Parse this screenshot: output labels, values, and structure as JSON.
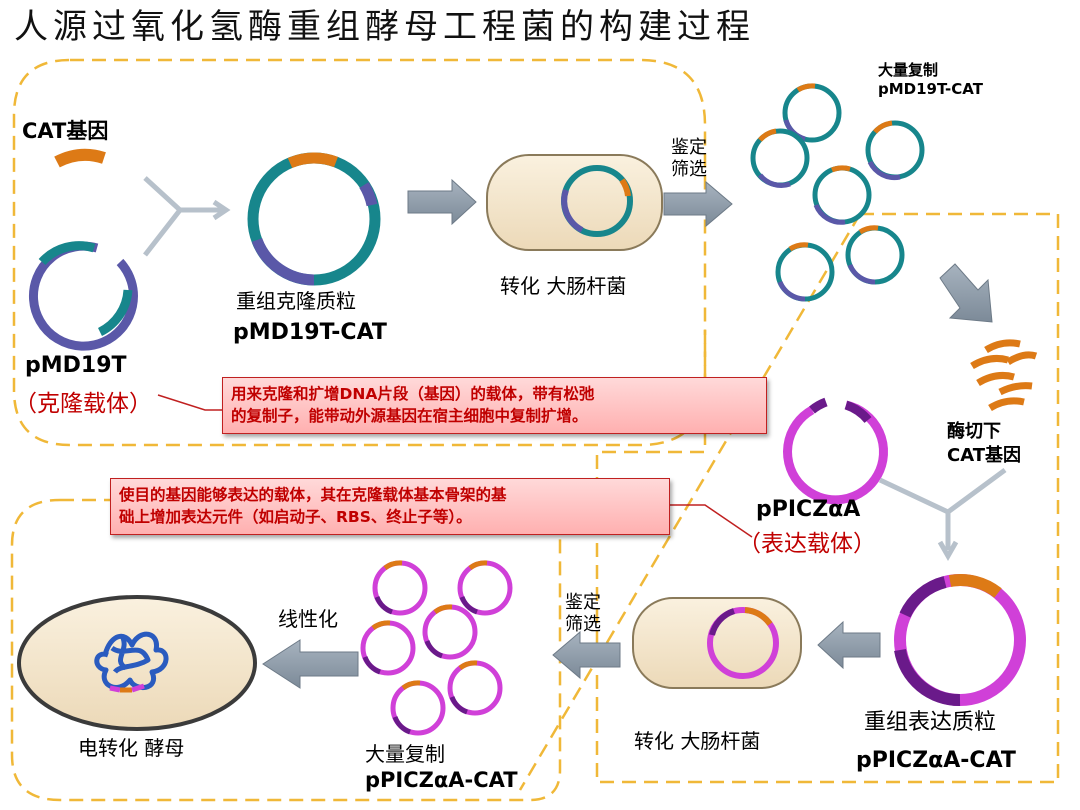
{
  "title": "人源过氧化氢酶重组酵母工程菌的构建过程",
  "labels": {
    "cat_gene": "CAT基因",
    "pmd19t": "pMD19T",
    "cloning_vector": "（克隆载体）",
    "recombinant_cloning_plasmid": "重组克隆质粒",
    "pmd19t_cat": "pMD19T-CAT",
    "transform_ecoli_1": "转化 大肠杆菌",
    "screen_1_line1": "鉴定",
    "screen_1_line2": "筛选",
    "amplify_1_line1": "大量复制",
    "amplify_1_line2": "pMD19T-CAT",
    "digest_line1": "酶切下",
    "digest_line2": "CAT基因",
    "ppiczaa": "pPICZαA",
    "expression_vector": "（表达载体）",
    "recombinant_expression_plasmid": "重组表达质粒",
    "ppiczaa_cat": "pPICZαA-CAT",
    "transform_ecoli_2": "转化 大肠杆菌",
    "screen_2_line1": "鉴定",
    "screen_2_line2": "筛选",
    "amplify_2_line1": "大量复制",
    "amplify_2_line2": "pPICZαA-CAT",
    "linearize": "线性化",
    "electro_yeast": "电转化 酵母"
  },
  "notes": {
    "cloning_vector_note_line1": "用来克隆和扩增DNA片段（基因）的载体，带有松弛",
    "cloning_vector_note_line2": "的复制子，能带动外源基因在宿主细胞中复制扩增。",
    "expression_vector_note_line1": "使目的基因能够表达的载体，其在克隆载体基本骨架的基",
    "expression_vector_note_line2": "础上增加表达元件（如启动子、RBS、终止子等）。"
  },
  "colors": {
    "teal": "#17868c",
    "indigo": "#5a58a8",
    "orange": "#dd7a16",
    "magenta": "#d040d8",
    "purple": "#6a1a8a",
    "arrow_fill": "#8a98a6",
    "dashed_border": "#f0b838",
    "note_text": "#c00000",
    "cell_fill": "#f4e6cc",
    "dna_blue": "#2a5bbf"
  }
}
